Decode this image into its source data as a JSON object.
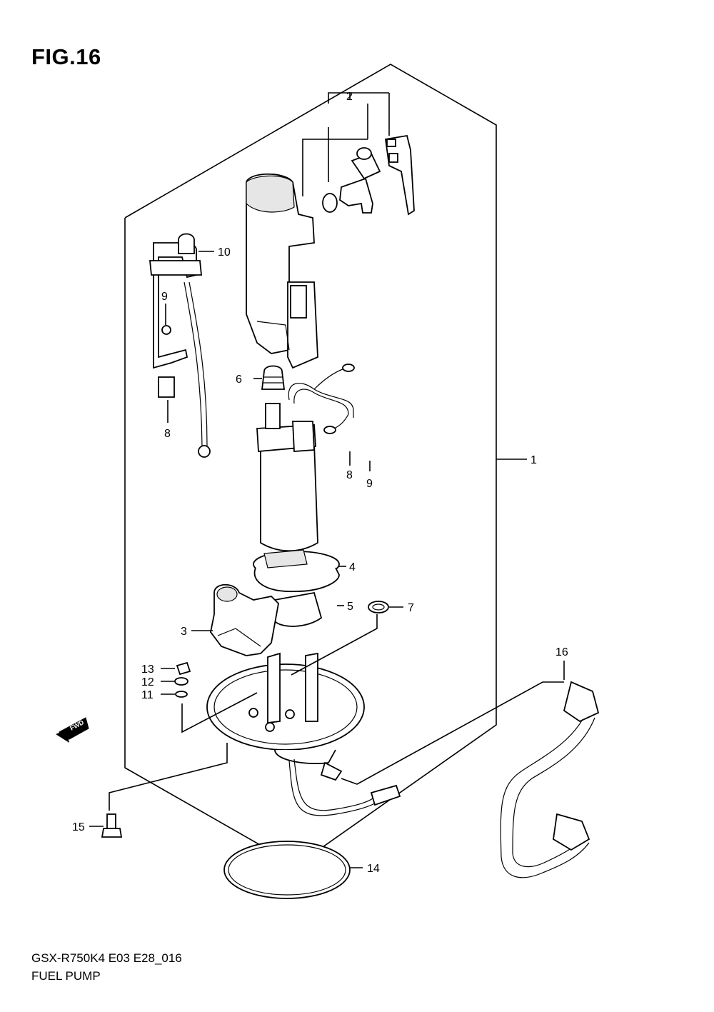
{
  "figure": {
    "title": "FIG.16",
    "model_code": "GSX-R750K4 E03 E28_016",
    "part_group": "FUEL PUMP",
    "direction_badge": "FWD"
  },
  "callouts": [
    {
      "id": "1",
      "label": "1"
    },
    {
      "id": "2",
      "label": "2"
    },
    {
      "id": "3",
      "label": "3"
    },
    {
      "id": "4",
      "label": "4"
    },
    {
      "id": "5",
      "label": "5"
    },
    {
      "id": "6",
      "label": "6"
    },
    {
      "id": "7",
      "label": "7"
    },
    {
      "id": "8a",
      "label": "8"
    },
    {
      "id": "8b",
      "label": "8"
    },
    {
      "id": "9a",
      "label": "9"
    },
    {
      "id": "9b",
      "label": "9"
    },
    {
      "id": "10",
      "label": "10"
    },
    {
      "id": "11",
      "label": "11"
    },
    {
      "id": "12",
      "label": "12"
    },
    {
      "id": "13",
      "label": "13"
    },
    {
      "id": "14",
      "label": "14"
    },
    {
      "id": "15",
      "label": "15"
    },
    {
      "id": "16",
      "label": "16"
    }
  ]
}
